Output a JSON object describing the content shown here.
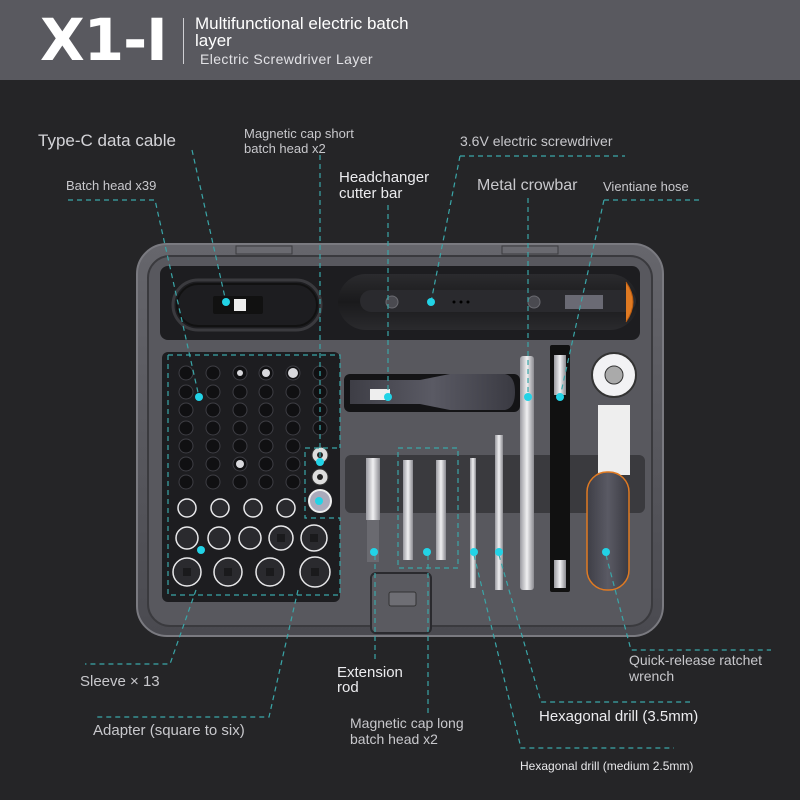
{
  "header": {
    "model": "X1-I",
    "title": "Multifunctional electric batch layer",
    "subtitle": "Electric Screwdriver Layer"
  },
  "colors": {
    "background": "#252527",
    "header_bg": "#59595f",
    "callout_line": "#3aa6a8",
    "callout_dot": "#22d3e6",
    "tray": "#56565c",
    "accent_orange": "#e07a22"
  },
  "callouts": {
    "type_c_cable": "Type-C data cable",
    "batch_head": "Batch head x39",
    "mag_short_1": "Magnetic cap short",
    "mag_short_2": "batch head x2",
    "headchanger_1": "Headchanger",
    "headchanger_2": "cutter bar",
    "screwdriver": "3.6V electric screwdriver",
    "crowbar": "Metal crowbar",
    "hose": "Vientiane hose",
    "sleeve": "Sleeve × 13",
    "adapter": "Adapter (square to six)",
    "extension_1": "Extension",
    "extension_2": "rod",
    "mag_long_1": "Magnetic cap long",
    "mag_long_2": "batch head x2",
    "ratchet_1": "Quick-release ratchet",
    "ratchet_2": "wrench",
    "drill_35": "Hexagonal drill (3.5mm)",
    "drill_25": "Hexagonal drill (medium 2.5mm)"
  }
}
